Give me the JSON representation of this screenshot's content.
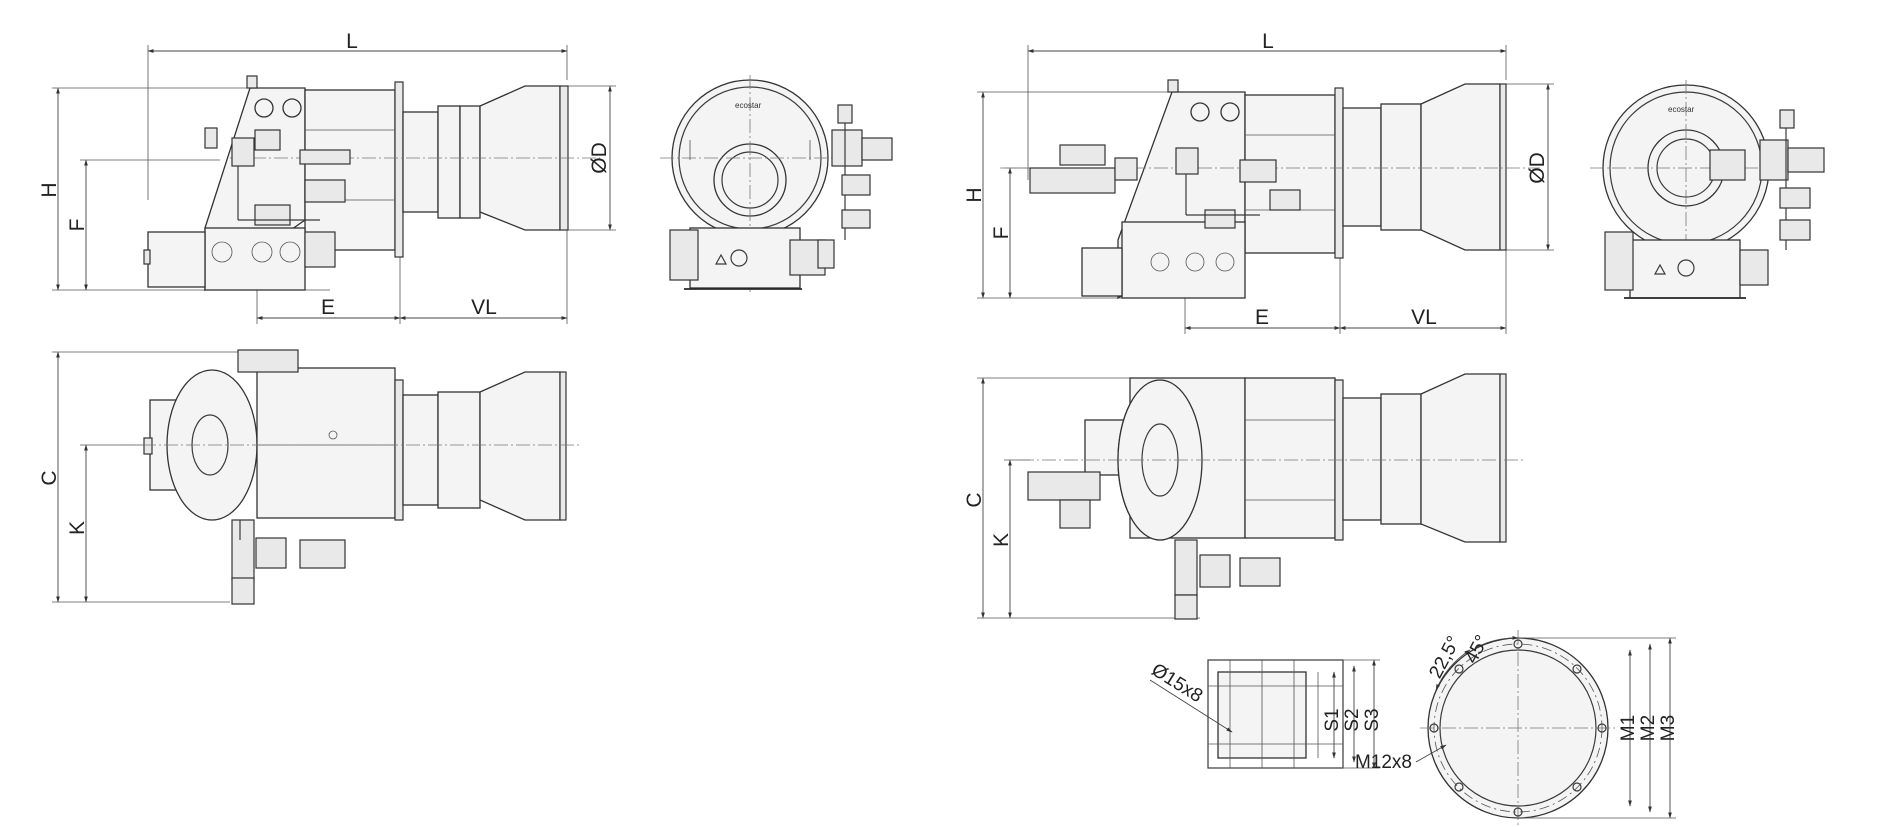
{
  "colors": {
    "line": "#333333",
    "fill": "#f4f4f4",
    "background": "#ffffff"
  },
  "views": {
    "left_side": {
      "L": "L",
      "H": "H",
      "F": "F",
      "D": "ØD",
      "E": "E",
      "VL": "VL"
    },
    "left_top": {
      "C": "C",
      "K": "K"
    },
    "right_side": {
      "L": "L",
      "H": "H",
      "F": "F",
      "D": "ØD",
      "E": "E",
      "VL": "VL"
    },
    "right_top": {
      "C": "C",
      "K": "K"
    },
    "flange_square": {
      "holes": "Ø15x8",
      "S1": "S1",
      "S2": "S2",
      "S3": "S3"
    },
    "flange_round": {
      "angle1": "22,5°",
      "angle2": "45°",
      "holes": "M12x8",
      "M1": "M1",
      "M2": "M2",
      "M3": "M3"
    }
  },
  "badges": {
    "logo_left": "ecostar",
    "logo_right": "ecostar"
  }
}
